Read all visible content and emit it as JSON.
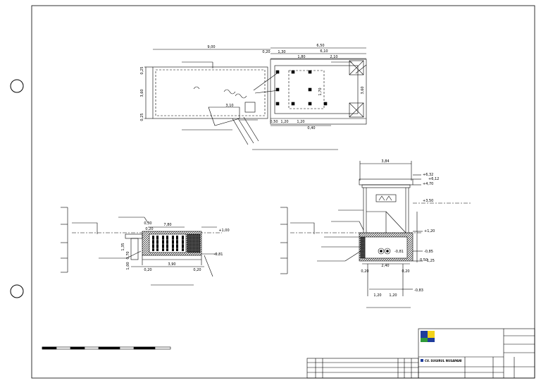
{
  "logo": {
    "company": "CV. SUGIRUL NUSAPANI",
    "colors": {
      "blue": "#1f3d9c",
      "yellow": "#f2d21b",
      "green": "#2f9a3a"
    }
  },
  "plan_dims": {
    "top_left": "9,00",
    "top_right_total": "6,50",
    "left_height": "3,60",
    "left_top_small": "0,25",
    "left_bottom_small": "0,25",
    "right_height": "3,60",
    "seg_a": "1,30",
    "seg_b": "1,80",
    "seg_c": "2,10",
    "sub_top": "6,10",
    "small_top": "0,20",
    "stair": "3,10",
    "bottom_a": "0,50",
    "bottom_b": "1,20",
    "bottom_c": "1,20",
    "bottom_total": "0,40",
    "inner_height": "1,70"
  },
  "long_section": {
    "span": "7,80",
    "elev_top": "+1,00",
    "elev_bottom": "-0,81",
    "left_a": "0,30",
    "left_b": "0,20",
    "base_left": "0,20",
    "base_mid": "3,90",
    "base_right": "0,20",
    "h_a": "1,35",
    "h_b": "0,70",
    "h_c": "1,00"
  },
  "cross_section": {
    "top_width": "3,84",
    "elevs": [
      "+6,32",
      "+6,12",
      "+4,70",
      "+3,50",
      "+1,20",
      "-0,85",
      "-1,25",
      "-0,83"
    ],
    "water": "-0,81",
    "bottom_a": "0,20",
    "bottom_b": "1,20",
    "bottom_c": "1,20",
    "bottom_d": "0,20",
    "mid": "2,40",
    "small": "0,50"
  }
}
